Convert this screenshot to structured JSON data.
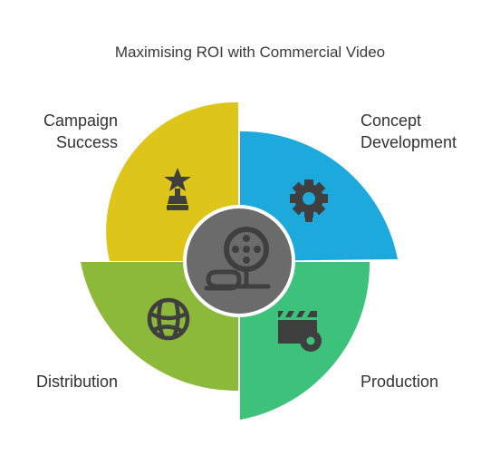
{
  "title": "Maximising ROI with Commercial Video",
  "center": {
    "icon": "film-reel-icon"
  },
  "stages": [
    {
      "lines": [
        "Campaign",
        "Success"
      ],
      "icon": "trophy-icon",
      "color": "#dec51a"
    },
    {
      "lines": [
        "Concept",
        "Development"
      ],
      "icon": "gear-icon",
      "color": "#1ea9dd"
    },
    {
      "lines": [
        "Distribution"
      ],
      "icon": "globe-icon",
      "color": "#8cb93a"
    },
    {
      "lines": [
        "Production"
      ],
      "icon": "clapperboard-icon",
      "color": "#3cc27a"
    }
  ],
  "colors": {
    "center_fill": "#6b6b6b",
    "center_ring": "#ffffff",
    "icon_dark": "#3f3f3f"
  }
}
